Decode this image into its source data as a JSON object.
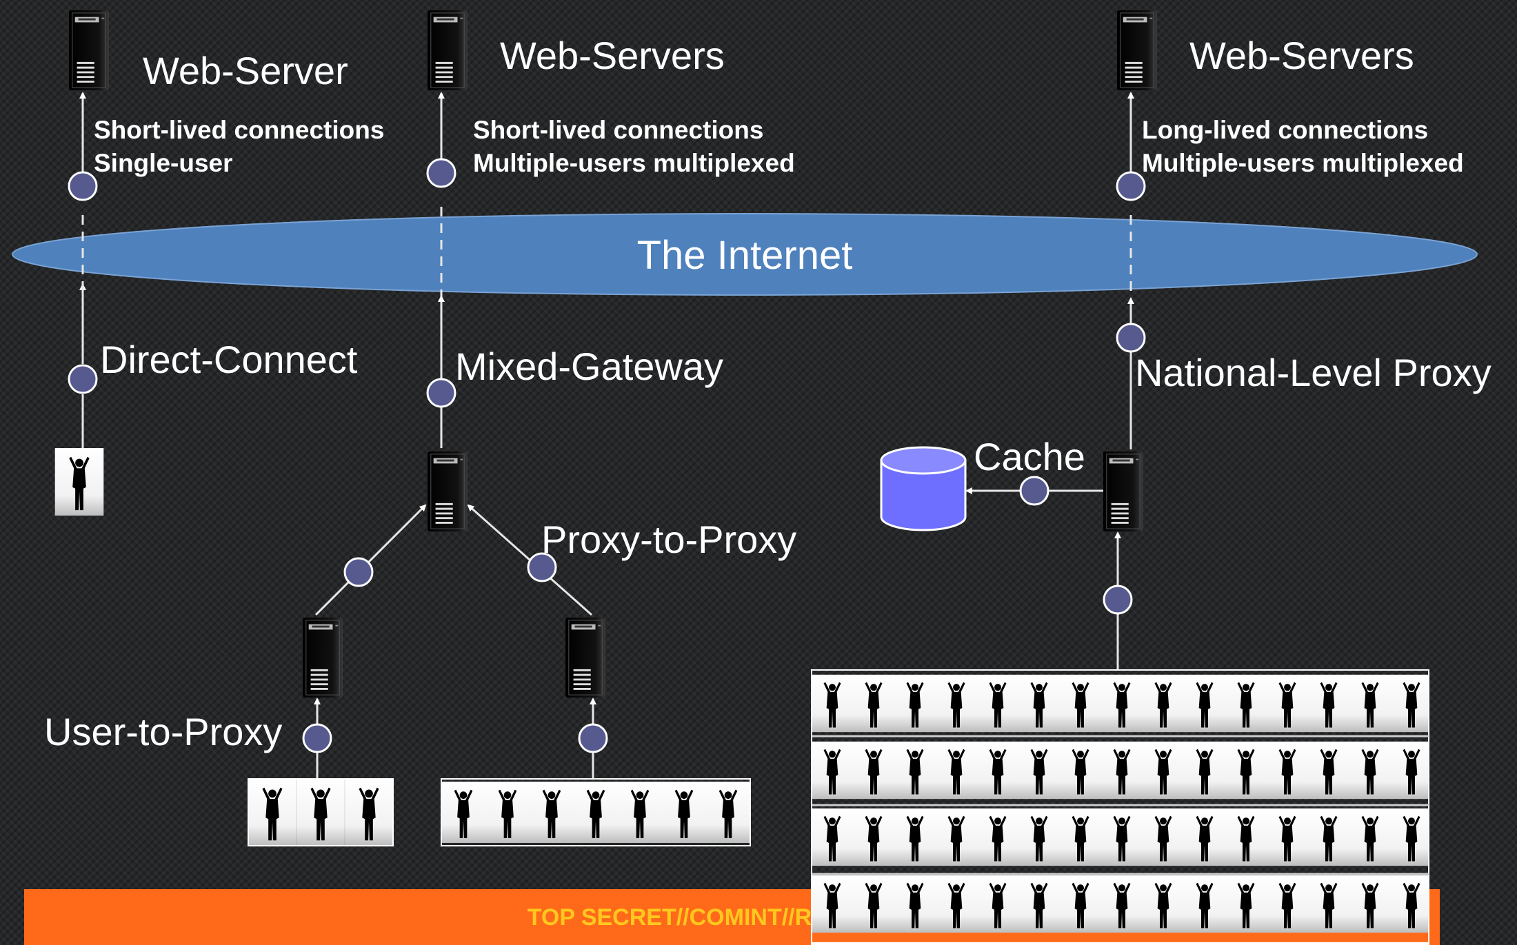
{
  "columns": {
    "left": {
      "server_label": "Web-Server",
      "connection_line1": "Short-lived connections",
      "connection_line2": "Single-user",
      "gateway_label": "Direct-Connect"
    },
    "middle": {
      "server_label": "Web-Servers",
      "connection_line1": "Short-lived connections",
      "connection_line2": "Multiple-users multiplexed",
      "gateway_label": "Mixed-Gateway",
      "proxy_link_label": "Proxy-to-Proxy",
      "user_link_label": "User-to-Proxy"
    },
    "right": {
      "server_label": "Web-Servers",
      "connection_line1": "Long-lived connections",
      "connection_line2": "Multiple-users multiplexed",
      "gateway_label": "National-Level Proxy",
      "cache_label": "Cache"
    }
  },
  "internet_label": "The Internet",
  "classification_banner": "TOP SECRET//COMINT//REL TO USA",
  "colors": {
    "background": "#252729",
    "internet_fill": "#4f81bd",
    "node_fill": "#565a8e",
    "cache_fill": "#6f6fff",
    "banner_fill": "#ff6a1a",
    "banner_text": "#ffc81e",
    "line": "#e6e6e6"
  },
  "icons": {
    "server": "server-tower-icon",
    "user": "user-silhouette-icon",
    "cache": "database-cylinder-icon"
  }
}
